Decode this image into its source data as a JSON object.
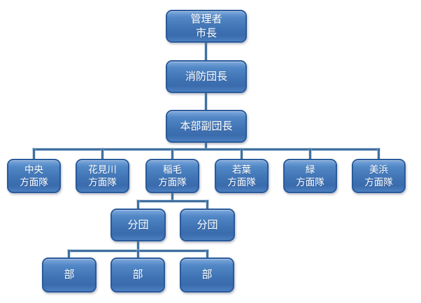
{
  "diagram": {
    "type": "org-chart",
    "colors": {
      "box_fill": "#4f81bd",
      "box_fill_light": "#7fa8dc",
      "box_fill_dark": "#3a6bad",
      "box_border": "#2a5a9a",
      "connector": "#40709f",
      "text": "#ffffff",
      "background": "#ffffff"
    },
    "nodes": [
      {
        "id": "mayor",
        "label": "管理者\n市長"
      },
      {
        "id": "fire-chief",
        "label": "消防団長"
      },
      {
        "id": "hq-deputy",
        "label": "本部副団長"
      },
      {
        "id": "chuo",
        "label": "中央\n方面隊"
      },
      {
        "id": "hanamigawa",
        "label": "花見川\n方面隊"
      },
      {
        "id": "inage",
        "label": "稲毛\n方面隊"
      },
      {
        "id": "wakaba",
        "label": "若葉\n方面隊"
      },
      {
        "id": "midori",
        "label": "緑\n方面隊"
      },
      {
        "id": "mihama",
        "label": "美浜\n方面隊"
      },
      {
        "id": "bundan-1",
        "label": "分団"
      },
      {
        "id": "bundan-2",
        "label": "分団"
      },
      {
        "id": "bu-1",
        "label": "部"
      },
      {
        "id": "bu-2",
        "label": "部"
      },
      {
        "id": "bu-3",
        "label": "部"
      }
    ],
    "edges": [
      [
        "mayor",
        "fire-chief"
      ],
      [
        "fire-chief",
        "hq-deputy"
      ],
      [
        "hq-deputy",
        "chuo"
      ],
      [
        "hq-deputy",
        "hanamigawa"
      ],
      [
        "hq-deputy",
        "inage"
      ],
      [
        "hq-deputy",
        "wakaba"
      ],
      [
        "hq-deputy",
        "midori"
      ],
      [
        "hq-deputy",
        "mihama"
      ],
      [
        "inage",
        "bundan-1"
      ],
      [
        "inage",
        "bundan-2"
      ],
      [
        "bundan-1",
        "bu-1"
      ],
      [
        "bundan-1",
        "bu-2"
      ],
      [
        "bundan-1",
        "bu-3"
      ]
    ]
  }
}
